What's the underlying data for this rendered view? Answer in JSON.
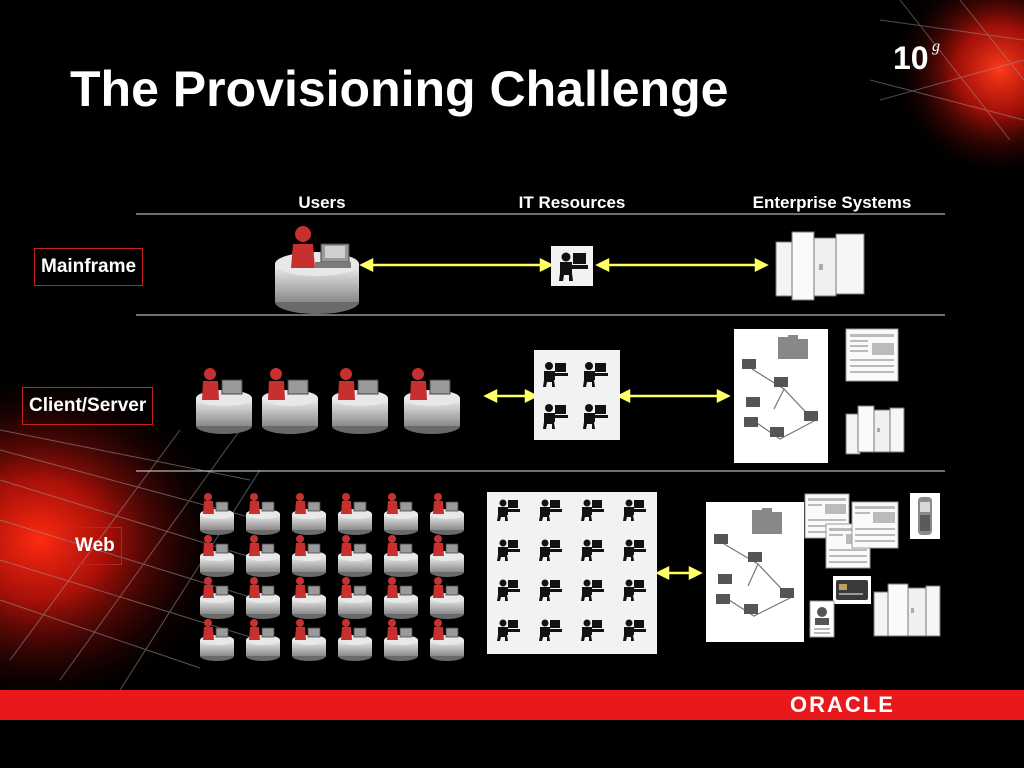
{
  "slide": {
    "title": "The Provisioning Challenge",
    "brand": {
      "version": "10",
      "version_suffix": "g",
      "company": "ORACLE"
    },
    "colors": {
      "background": "#000000",
      "accent_red": "#e8181c",
      "label_border": "#c81e1e",
      "arrow": "#ffff66",
      "connector_lines": "#ffffff"
    },
    "columns": [
      {
        "label": "Users"
      },
      {
        "label": "IT Resources"
      },
      {
        "label": "Enterprise Systems"
      }
    ],
    "rows": [
      {
        "label": "Mainframe",
        "user_count": 1,
        "it_resource_count": 1,
        "systems": [
          "mainframe-server-icon"
        ]
      },
      {
        "label": "Client/Server",
        "user_count": 4,
        "it_resource_count": 4,
        "systems": [
          "network-diagram-icon",
          "report-document-icon",
          "mainframe-server-icon"
        ]
      },
      {
        "label": "Web",
        "user_count": 24,
        "it_resource_count": 16,
        "systems": [
          "network-diagram-icon",
          "report-document-icon",
          "report-document-icon",
          "report-document-icon",
          "mobile-phone-icon",
          "credit-card-icon",
          "id-badge-icon",
          "mainframe-server-icon"
        ]
      }
    ]
  }
}
